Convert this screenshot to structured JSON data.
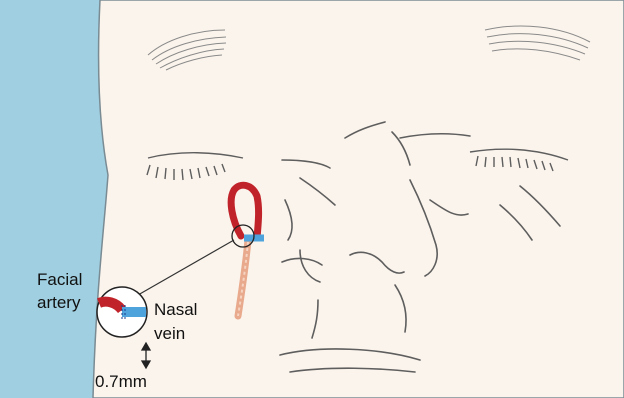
{
  "labels": {
    "facial_line1": "Facial",
    "facial_line2": "artery",
    "nasal_line1": "Nasal",
    "nasal_line2": "vein",
    "measurement": "0.7mm"
  },
  "colors": {
    "skin": "#fbf4ec",
    "contour": "#5e5e5e",
    "background_left": "#9fcfe0",
    "artery": "#c0242a",
    "vein": "#4ea3dc",
    "graft": "#e8a98c"
  },
  "icons": {
    "measurement_arrow": "double-vertical-arrow-icon"
  }
}
